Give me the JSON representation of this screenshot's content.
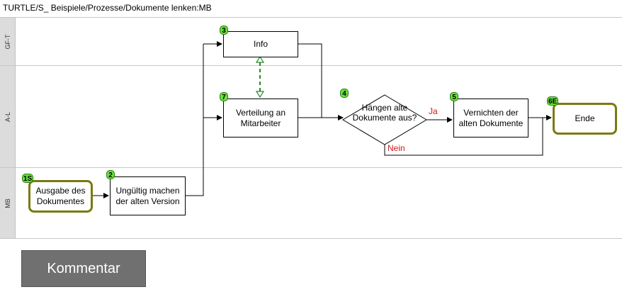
{
  "title": "TURTLE/S_ Beispiele/Prozesse/Dokumente lenken:MB",
  "lanes": {
    "gft": "GF-T",
    "al": "A-L",
    "mb": "MB"
  },
  "nodes": {
    "start": {
      "badge": "1S",
      "label": "Ausgabe des Dokumentes"
    },
    "invalid": {
      "badge": "2",
      "label": "Ungültig machen der alten Version"
    },
    "info": {
      "badge": "3",
      "label": "Info"
    },
    "distribute": {
      "badge": "7",
      "label": "Verteilung an Mitarbeiter"
    },
    "decision": {
      "badge": "4",
      "label": "Hängen alte Dokumente aus?"
    },
    "destroy": {
      "badge": "5",
      "label": "Vernichten der alten Dokumente"
    },
    "end": {
      "badge": "6E",
      "label": "Ende"
    }
  },
  "edges": {
    "yes": "Ja",
    "no": "Nein"
  },
  "buttons": {
    "comment": "Kommentar"
  }
}
